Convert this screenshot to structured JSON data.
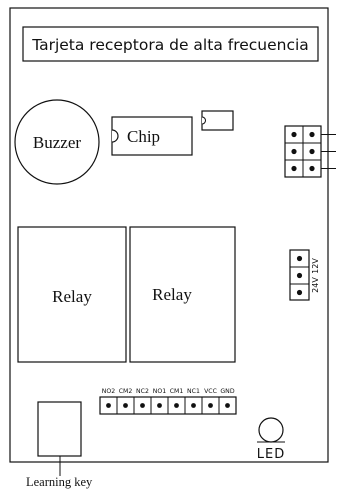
{
  "board": {
    "title": "Tarjeta receptora de alta frecuencia"
  },
  "components": {
    "buzzer": "Buzzer",
    "chip": "Chip",
    "relay_1": "Relay",
    "relay_2": "Relay",
    "led": "LED",
    "learning_key": "Learning key"
  },
  "terminal_block": {
    "pins": [
      "NO2",
      "CM2",
      "NC2",
      "NO1",
      "CM1",
      "NC1",
      "VCC",
      "GND"
    ]
  },
  "voltage_jumper": {
    "upper": "12V",
    "lower": "24V"
  }
}
